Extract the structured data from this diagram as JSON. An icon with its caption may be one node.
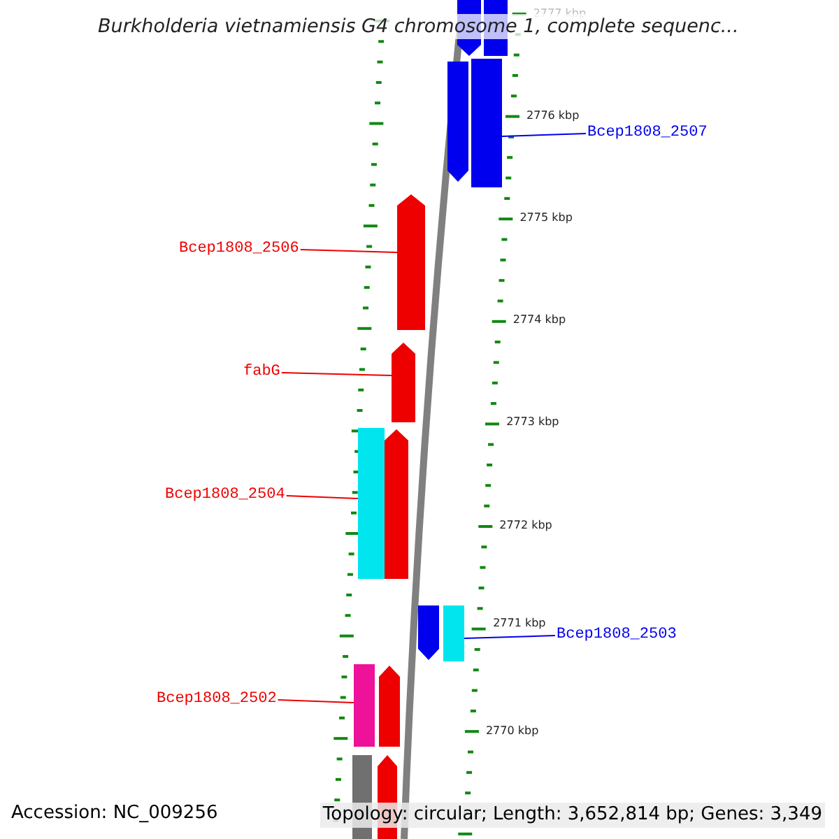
{
  "diagram": {
    "title": "Burkholderia vietnamiensis G4 chromosome 1, complete sequenc...",
    "nodes": [
      {
        "text": [
          "Bcep1808_2507"
        ]
      },
      {
        "text": [],
        "shape": "bar"
      },
      {
        "text": [
          "Bcep1808_2506"
        ]
      },
      {
        "text": [],
        "shape": "bar"
      },
      {
        "text": [
          "fabG"
        ]
      },
      {
        "text": [],
        "shape": "bar"
      },
      {
        "text": [
          "Bcep1808_2504"
        ]
      },
      {
        "text": [],
        "shape": "bar"
      },
      {
        "text": [
          "Bcep1808_2503"
        ]
      },
      {
        "text": [],
        "shape": "bar"
      },
      {
        "text": [
          "Bcep1808_2502"
        ]
      },
      {
        "text": [],
        "shape": "bar"
      },
      {
        "text": [],
        "shape": "bar"
      },
      {
        "text": [],
        "shape": "bar"
      },
      {
        "text": [],
        "shape": "bar"
      },
      {
        "text": [],
        "shape": "bar"
      },
      {
        "text": [],
        "shape": "bar"
      },
      {
        "text": [],
        "shape": "bar"
      },
      {
        "text": [],
        "shape": "bar"
      },
      {
        "text": [],
        "shape": "bar"
      }
    ],
    "edges": [
      {
        "from": 0,
        "to": 1,
        "arrow": "none",
        "color": "#0000ee"
      },
      {
        "from": 2,
        "to": 3,
        "arrow": "none"
      },
      {
        "from": 4,
        "to": 5,
        "arrow": "none"
      },
      {
        "from": 6,
        "to": 7,
        "arrow": "none"
      },
      {
        "from": 8,
        "to": 9,
        "arrow": "none",
        "color": "#0000ee"
      },
      {
        "from": 10,
        "to": 11,
        "arrow": "none"
      }
    ],
    "labels": [
      "2777 kbp",
      "2776 kbp",
      "2775 kbp",
      "2774 kbp",
      "2773 kbp",
      "2772 kbp",
      "2771 kbp",
      "2770 kbp",
      "Accession: NC_009256",
      "Topology: circular; Length: 3,652,814 bp; Genes: 3,349"
    ]
  }
}
